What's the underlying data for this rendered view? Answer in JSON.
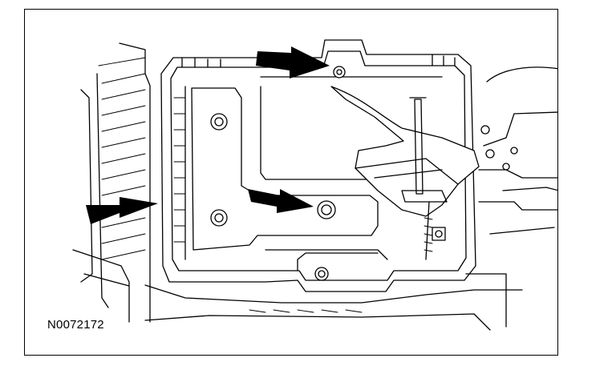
{
  "figure": {
    "reference_code": "N0072172"
  },
  "icons": {
    "arrows": [
      "callout-arrow",
      "callout-arrow",
      "callout-arrow"
    ]
  }
}
